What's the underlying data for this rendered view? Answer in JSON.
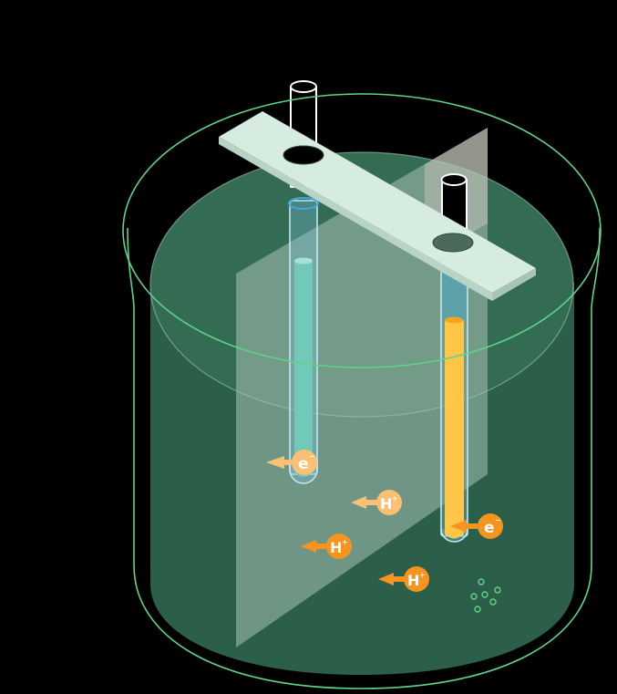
{
  "colors": {
    "background": "#000000",
    "rim": "#5fd38a",
    "liquid": "#2c5f4a",
    "membrane": "#a7c3b4",
    "slab": "#d7ece1",
    "tube_left_fill": "#73c9b9",
    "tube_right_fill": "#ffc64a",
    "tube_water": "#4aa8c8",
    "particle_orange": "#f7941d",
    "particle_light": "#fbc072",
    "bubbles": "#5fd38a"
  },
  "labels": {
    "electron_left": "e",
    "electron_right": "e",
    "proton_1": "H",
    "proton_2": "H",
    "proton_3": "H",
    "electron_charge": "−",
    "proton_charge": "+"
  }
}
